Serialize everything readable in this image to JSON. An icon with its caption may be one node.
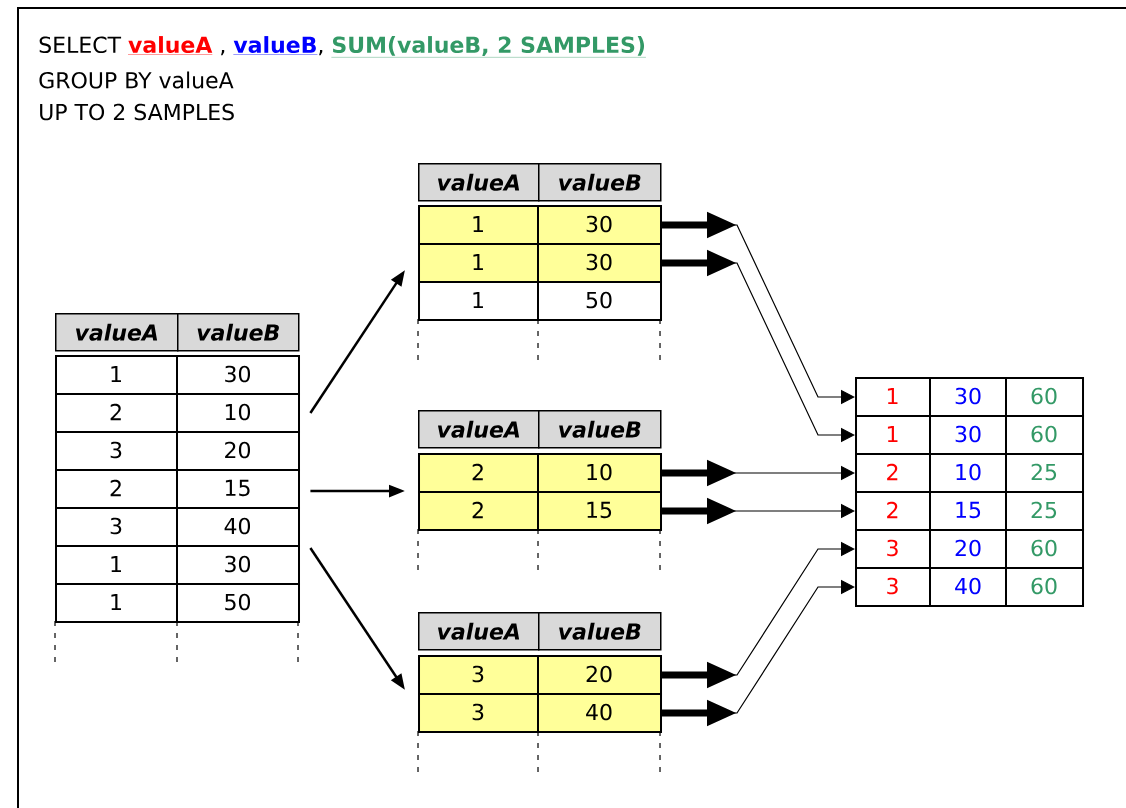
{
  "diagram": {
    "nodes": [
      {
        "text": [
          "valueA",
          "valueB"
        ]
      },
      {
        "text": [
          "1",
          "30"
        ],
        "in": 0
      },
      {
        "text": [
          "2",
          "10"
        ],
        "in": 0
      },
      {
        "text": [
          "3",
          "20"
        ],
        "in": 0
      },
      {
        "text": [
          "2",
          "15"
        ],
        "in": 0
      },
      {
        "text": [
          "3",
          "40"
        ],
        "in": 0
      },
      {
        "text": [
          "1",
          "30"
        ],
        "in": 0
      },
      {
        "text": [
          "1",
          "50"
        ],
        "in": 0
      },
      {
        "text": [
          "valueA",
          "valueB"
        ]
      },
      {
        "text": [
          "1",
          "30"
        ],
        "in": 8
      },
      {
        "text": [
          "1",
          "30"
        ],
        "in": 8
      },
      {
        "text": [
          "1",
          "50"
        ],
        "in": 8
      },
      {
        "text": [
          "valueA",
          "valueB"
        ]
      },
      {
        "text": [
          "2",
          "10"
        ],
        "in": 12
      },
      {
        "text": [
          "2",
          "15"
        ],
        "in": 12
      },
      {
        "text": [
          "valueA",
          "valueB"
        ]
      },
      {
        "text": [
          "3",
          "20"
        ],
        "in": 15
      },
      {
        "text": [
          "3",
          "40"
        ],
        "in": 15
      },
      {
        "text": [
          "1",
          "30",
          "60"
        ]
      },
      {
        "text": [
          "1",
          "30",
          "60"
        ]
      },
      {
        "text": [
          "2",
          "10",
          "25"
        ]
      },
      {
        "text": [
          "2",
          "15",
          "25"
        ]
      },
      {
        "text": [
          "3",
          "20",
          "60"
        ]
      },
      {
        "text": [
          "3",
          "40",
          "60"
        ]
      }
    ],
    "edges": [
      {
        "from": 0,
        "to": 8,
        "arrow": "to"
      },
      {
        "from": 0,
        "to": 12,
        "arrow": "to"
      },
      {
        "from": 0,
        "to": 15,
        "arrow": "to"
      },
      {
        "from": 9,
        "to": 18,
        "arrow": "to"
      },
      {
        "from": 10,
        "to": 19,
        "arrow": "to"
      },
      {
        "from": 13,
        "to": 20,
        "arrow": "to"
      },
      {
        "from": 14,
        "to": 21,
        "arrow": "to"
      },
      {
        "from": 16,
        "to": 22,
        "arrow": "to"
      },
      {
        "from": 17,
        "to": 23,
        "arrow": "to"
      }
    ],
    "labels": [
      "SELECT",
      "valueA",
      ",",
      "valueB",
      ",",
      "SUM(valueB, 2 SAMPLES)",
      "GROUP BY valueA",
      "UP TO 2 SAMPLES"
    ]
  }
}
